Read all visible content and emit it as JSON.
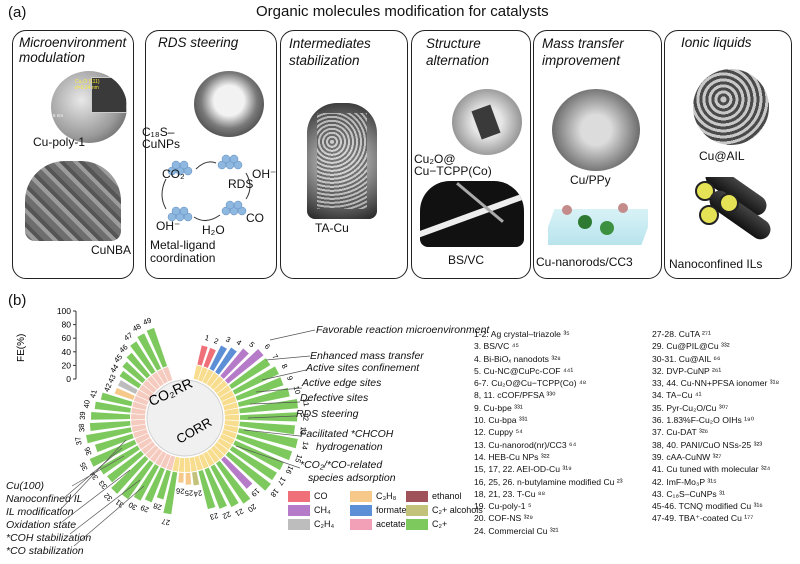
{
  "panel_a": {
    "label": "(a)",
    "title": "Organic molecules modification for catalysts",
    "boxes": [
      {
        "title": "Microenvironment modulation",
        "items": [
          "Cu-poly-1",
          "CuNBA"
        ],
        "inset_lines": [
          "Cu₂O (111)",
          "d=0.24 nm"
        ],
        "scale": "5 nm"
      },
      {
        "title": "RDS steering",
        "items": [
          "C₁₈S–",
          "CuNPs"
        ],
        "scheme": {
          "co2": "CO₂",
          "rds": "RDS",
          "oh1": "OH⁻",
          "oh2": "OH⁻",
          "h2o": "H₂O",
          "co": "CO"
        },
        "caption_lines": [
          "Metal-ligand",
          "coordination"
        ]
      },
      {
        "title": "Intermediates stabilization",
        "items": [
          "TA-Cu"
        ]
      },
      {
        "title": "Structure alternation",
        "items": [
          "Cu₂O@",
          "Cu−TCPP(Co)",
          "BS/VC"
        ]
      },
      {
        "title": "Mass transfer improvement",
        "items": [
          "Cu/PPy",
          "Cu-nanorods/CC3"
        ]
      },
      {
        "title": "Ionic liquids",
        "items": [
          "Cu@AIL",
          "Nanoconfined ILs"
        ]
      }
    ]
  },
  "panel_b": {
    "label": "(b)",
    "center_labels": {
      "co2rr": "CO₂RR",
      "corr": "CORR"
    },
    "axis": {
      "label": "FE(%)",
      "ticks": [
        "100",
        "80",
        "60",
        "40",
        "20",
        "0"
      ]
    },
    "annotations_right": [
      "Favorable reaction microenvironment",
      "Enhanced mass transfer",
      "Active sites confinement",
      "Active edge sites",
      "Defective sites",
      "RDS steering",
      "Facilitated *CHCOH",
      "hydrogenation",
      "*CO₂/*CO-related",
      "species adsorption"
    ],
    "annotations_left": [
      "Cu(100)",
      "Nanoconfined IL",
      "IL modification",
      "Oxidation state",
      "*COH stabilization",
      "*CO stabilization"
    ],
    "legend": [
      {
        "name": "CO",
        "color": "#f0707a"
      },
      {
        "name": "CH₄",
        "color": "#b57bc8"
      },
      {
        "name": "C₂H₄",
        "color": "#bdbdbd"
      },
      {
        "name": "C₃H₈",
        "color": "#f6c98a"
      },
      {
        "name": "formate",
        "color": "#5d8fd6"
      },
      {
        "name": "acetate",
        "color": "#f2a0b8"
      },
      {
        "name": "ethanol",
        "color": "#a0525a"
      },
      {
        "name": "C₂+ alcohols",
        "color": "#c2c27a"
      },
      {
        "name": "C₂+",
        "color": "#7dc95e"
      }
    ],
    "refs_col1": [
      "1-2. Ag crystal–triazole ³⁵",
      "3. BS/VC ⁴⁵",
      "4. Bi-BiOₓ nanodots ³²⁸",
      "5. Cu-NC@CuPc-COF ⁴⁴¹",
      "6-7. Cu₂O@Cu−TCPP(Co) ⁴⁸",
      "8, 11. cCOF/PFSA ³³⁰",
      "9. Cu-bpe ³³¹",
      "10. Cu-bpa ³³¹",
      "12. Cuppy ⁵⁴",
      "13. Cu-nanorod(nr)/CC3 ⁶⁴",
      "14. HEB-Cu NPs ³²²",
      "15, 17, 22. AEI-OD-Cu ³¹⁹",
      "16, 25, 26. n-butylamine modified Cu ²³",
      "18, 21, 23. T-Cu ⁸⁸",
      "19. Cu-poly-1 ⁵",
      "20. COF-NS ³²⁹",
      "24. Commercial Cu ³²¹"
    ],
    "refs_col2": [
      "27-28. CuTA ²⁷¹",
      "29. Cu@PIL@Cu ³³²",
      "30-31. Cu@AIL ⁶⁶",
      "32. DVP-CuNP ²⁶¹",
      "33, 44. Cu-NN+PFSA ionomer ³¹⁸",
      "34. TA−Cu ⁴¹",
      "35. Pyr-Cu₂O/Cu ³⁰⁷",
      "36. 1.83%F-Cu₂O OIHs ¹⁹⁰",
      "37. Cu-DAT ³²⁶",
      "38, 40. PANI/CuO NSs-25 ³²³",
      "39. cAA-CuNW ³²⁷",
      "41. Cu tuned with molecular ³²⁴",
      "42. ImF-Mo₃P ³¹⁵",
      "43. C₁₈S–CuNPs ³¹",
      "45-46. TCNQ modified Cu ³¹⁶",
      "47-49. TBA⁺-coated Cu ¹⁷⁷"
    ]
  },
  "chart_data": {
    "type": "bar",
    "layout": "radial stacked bar",
    "series": [
      "CO",
      "CH₄",
      "C₂H₄",
      "C₃H₈",
      "formate",
      "acetate",
      "ethanol",
      "C₂+ alcohols",
      "C₂+"
    ],
    "colors": {
      "CO": "#f0707a",
      "CH₄": "#b57bc8",
      "C₂H₄": "#bdbdbd",
      "C₃H₈": "#f6c98a",
      "formate": "#5d8fd6",
      "acetate": "#f2a0b8",
      "ethanol": "#a0525a",
      "C₂+ alcohols": "#c2c27a",
      "C₂+": "#7dc95e"
    },
    "ylabel": "FE(%)",
    "ylim": [
      0,
      100
    ],
    "bars": [
      {
        "id": 1,
        "product": "CO",
        "fe": 30
      },
      {
        "id": 2,
        "product": "CO",
        "fe": 30
      },
      {
        "id": 3,
        "product": "formate",
        "fe": 40
      },
      {
        "id": 4,
        "product": "formate",
        "fe": 45
      },
      {
        "id": 5,
        "product": "CH₄",
        "fe": 55
      },
      {
        "id": 6,
        "product": "CH₄",
        "fe": 70
      },
      {
        "id": 7,
        "product": "C₂+",
        "fe": 70
      },
      {
        "id": 8,
        "product": "C₂+",
        "fe": 75
      },
      {
        "id": 9,
        "product": "C₂+",
        "fe": 75
      },
      {
        "id": 10,
        "product": "C₂+",
        "fe": 80
      },
      {
        "id": 11,
        "product": "C₂+",
        "fe": 90
      },
      {
        "id": 12,
        "product": "C₂+",
        "fe": 88
      },
      {
        "id": 13,
        "product": "C₂+",
        "fe": 85
      },
      {
        "id": 14,
        "product": "C₂+",
        "fe": 92
      },
      {
        "id": 15,
        "product": "C₂+",
        "fe": 88
      },
      {
        "id": 16,
        "product": "C₂+",
        "fe": 82
      },
      {
        "id": 17,
        "product": "C₂+",
        "fe": 80
      },
      {
        "id": 18,
        "product": "C₂+",
        "fe": 82
      },
      {
        "id": 19,
        "product": "CH₄",
        "fe": 60
      },
      {
        "id": 20,
        "product": "C₂+",
        "fe": 75
      },
      {
        "id": 21,
        "product": "C₂+",
        "fe": 70
      },
      {
        "id": 22,
        "product": "C₂+",
        "fe": 65
      },
      {
        "id": 23,
        "product": "C₂+",
        "fe": 60
      },
      {
        "id": 24,
        "product": "C₂+ alcohols",
        "fe": 20
      },
      {
        "id": 25,
        "product": "C₃H₈",
        "fe": 18
      },
      {
        "id": 26,
        "product": "C₃H₈",
        "fe": 15
      },
      {
        "id": 27,
        "product": "C₂+",
        "fe": 65
      },
      {
        "id": 28,
        "product": "C₂+",
        "fe": 45
      },
      {
        "id": 29,
        "product": "C₂+",
        "fe": 55
      },
      {
        "id": 30,
        "product": "C₂+",
        "fe": 60
      },
      {
        "id": 31,
        "product": "C₂+",
        "fe": 68
      },
      {
        "id": 32,
        "product": "C₂+",
        "fe": 72
      },
      {
        "id": 33,
        "product": "C₂+",
        "fe": 65
      },
      {
        "id": 34,
        "product": "C₂+",
        "fe": 68
      },
      {
        "id": 35,
        "product": "C₂+",
        "fe": 75
      },
      {
        "id": 36,
        "product": "C₂+",
        "fe": 60
      },
      {
        "id": 37,
        "product": "C₂+",
        "fe": 70
      },
      {
        "id": 38,
        "product": "C₂+",
        "fe": 62
      },
      {
        "id": 39,
        "product": "C₂+",
        "fe": 60
      },
      {
        "id": 40,
        "product": "C₂+",
        "fe": 55
      },
      {
        "id": 41,
        "product": "C₂+",
        "fe": 48
      },
      {
        "id": 42,
        "product": "C₃H₈",
        "fe": 30
      },
      {
        "id": 43,
        "product": "C₂H₄",
        "fe": 30
      },
      {
        "id": 44,
        "product": "C₂+",
        "fe": 35
      },
      {
        "id": 45,
        "product": "C₂+",
        "fe": 40
      },
      {
        "id": 46,
        "product": "C₂+",
        "fe": 45
      },
      {
        "id": 47,
        "product": "C₂+",
        "fe": 55
      },
      {
        "id": 48,
        "product": "C₂+",
        "fe": 60
      },
      {
        "id": 49,
        "product": "C₂+",
        "fe": 62
      }
    ]
  }
}
